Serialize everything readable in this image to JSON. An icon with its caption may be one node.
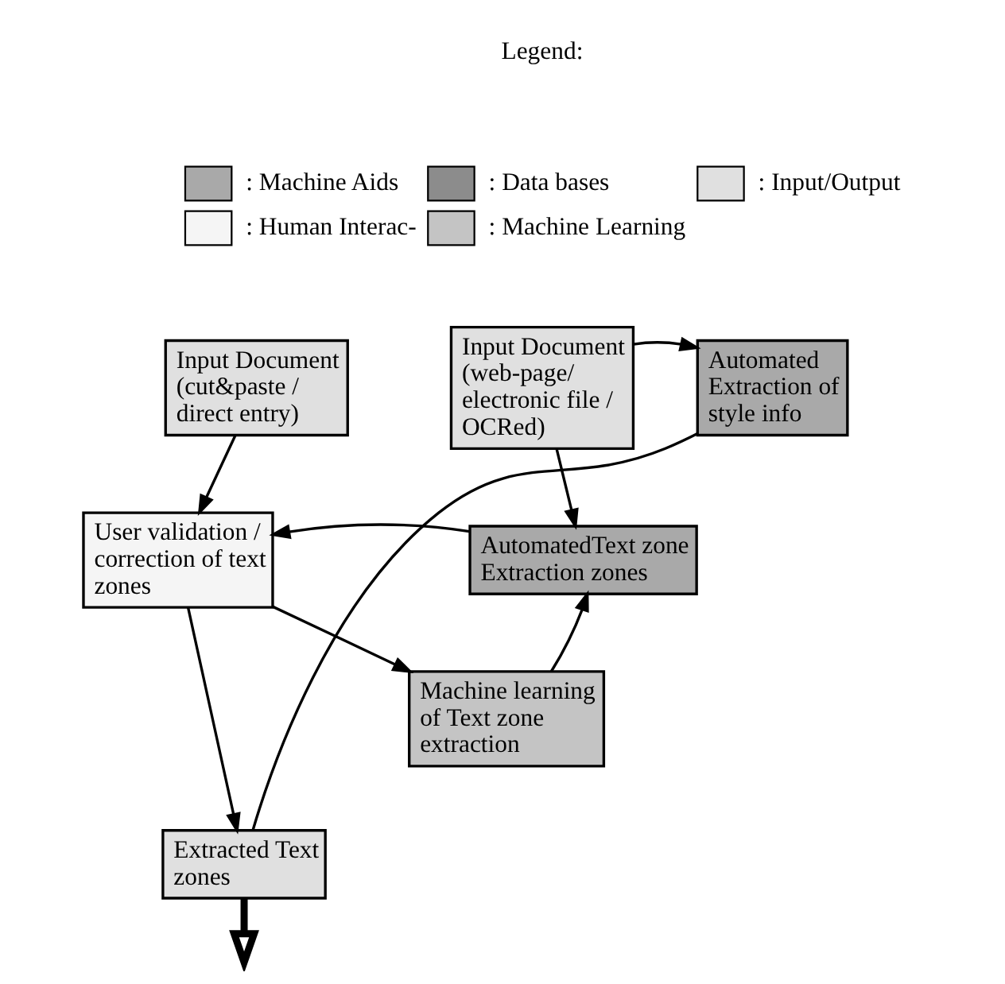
{
  "diagram": {
    "nodes": [
      {
        "text": [
          "Input Document (cut&paste / direct entry)"
        ]
      },
      {
        "text": [
          "Input Document (web-page/ electronic file / OCRed)"
        ]
      },
      {
        "text": [
          "Automated Extraction of style info"
        ]
      },
      {
        "text": [
          "User validation / correction of text zones"
        ]
      },
      {
        "text": [
          "AutomatedText zone Extraction zones"
        ]
      },
      {
        "text": [
          "Machine learning of Text zone extraction"
        ]
      },
      {
        "text": [
          "Extracted Text zones"
        ]
      }
    ],
    "edges": [
      {
        "from": 0,
        "to": 3,
        "arrow": "to"
      },
      {
        "from": 1,
        "to": 2,
        "arrow": "to"
      },
      {
        "from": 1,
        "to": 4,
        "arrow": "to"
      },
      {
        "from": 4,
        "to": 3,
        "arrow": "to"
      },
      {
        "from": 3,
        "to": 5,
        "arrow": "to"
      },
      {
        "from": 5,
        "to": 4,
        "arrow": "to"
      },
      {
        "from": 3,
        "to": 6,
        "arrow": "to"
      },
      {
        "from": 2,
        "to": 6,
        "arrow": "none"
      },
      {
        "from": 6,
        "to": null,
        "arrow": "to",
        "style": "thick"
      }
    ],
    "labels": [
      "Legend:"
    ],
    "legend": [
      {
        "text": ": Machine Aids"
      },
      {
        "text": ": Data bases"
      },
      {
        "text": ": Input/Output"
      },
      {
        "text": ": Human Interac-"
      },
      {
        "text": ": Machine Learning"
      }
    ]
  }
}
